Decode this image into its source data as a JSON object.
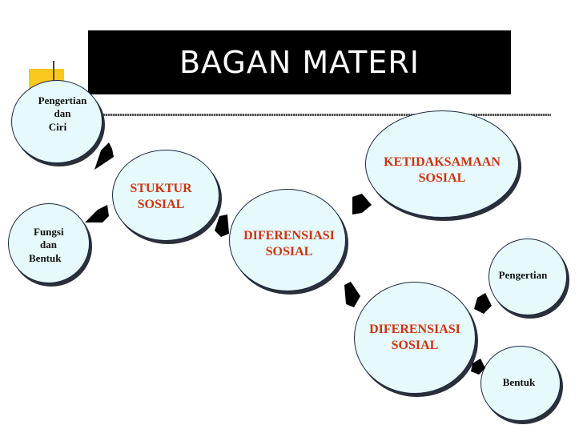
{
  "title": "BAGAN MATERI",
  "nodes": {
    "pengertian_ciri": [
      "Pengertian",
      "dan",
      "Ciri"
    ],
    "fungsi_bentuk": [
      "Fungsi",
      "dan",
      "Bentuk"
    ],
    "struktur": [
      "STUKTUR",
      "SOSIAL"
    ],
    "diferensiasi_center": [
      "DIFERENSIASI",
      "SOSIAL"
    ],
    "ketidaksamaan": [
      "KETIDAKSAMAAN",
      "SOSIAL"
    ],
    "diferensiasi_lower": [
      "DIFERENSIASI",
      "SOSIAL"
    ],
    "pengertian_right": "Pengertian",
    "bentuk_right": "Bentuk"
  },
  "colors": {
    "title_bg": "#000000",
    "node_fill": "#e6f9fb",
    "red_text": "#cc3311",
    "accent_yellow": "#f8c81c",
    "accent_red": "#f46a6a"
  }
}
